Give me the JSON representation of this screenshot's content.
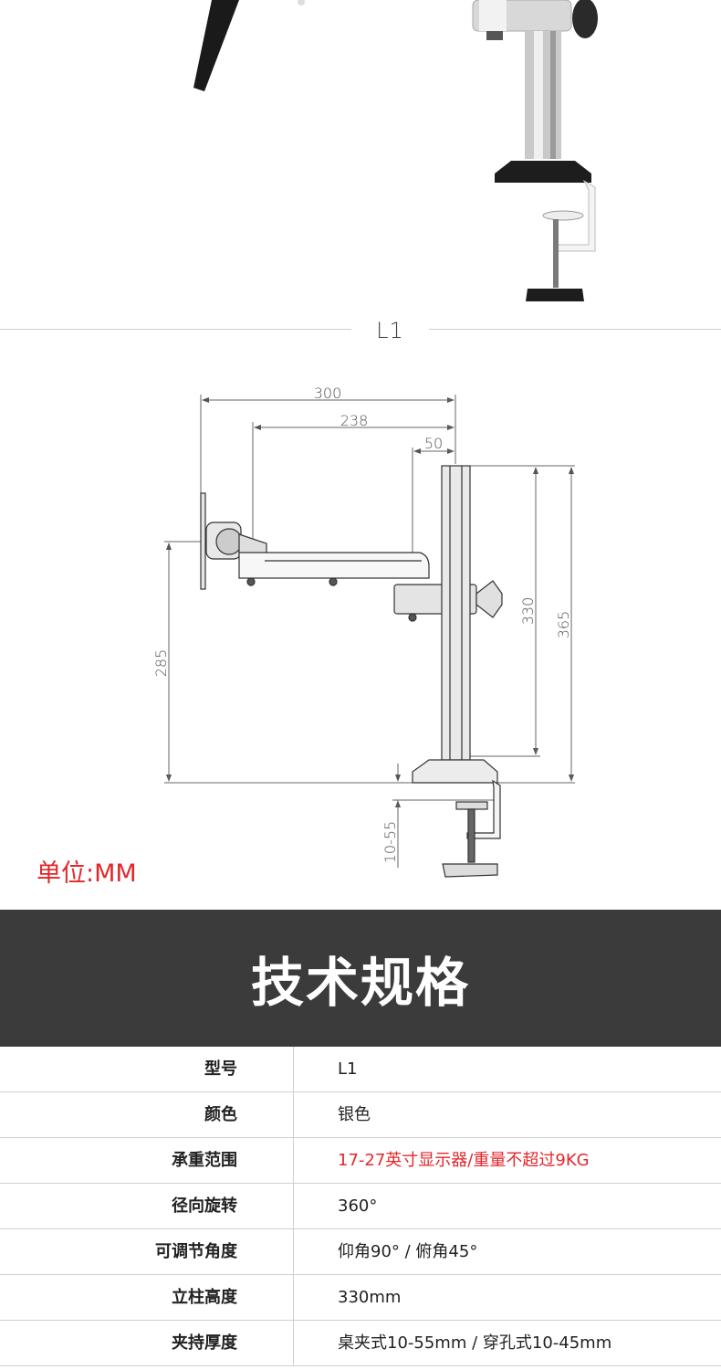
{
  "section_label": "L1",
  "dimensions": {
    "arm_total": "300",
    "arm_inner": "238",
    "arm_offset": "50",
    "pole_height": "330",
    "total_height": "365",
    "mount_height": "285",
    "clamp_range": "10-55"
  },
  "unit_label": "单位:MM",
  "spec_title": "技术规格",
  "specs": [
    {
      "key": "型号",
      "value": "L1"
    },
    {
      "key": "颜色",
      "value": "银色"
    },
    {
      "key": "承重范围",
      "value": "17-27英寸显示器/重量不超过9KG"
    },
    {
      "key": "径向旋转",
      "value": "360°"
    },
    {
      "key": "可调节角度",
      "value": "仰角90° / 俯角45°"
    },
    {
      "key": "立柱高度",
      "value": "330mm"
    },
    {
      "key": "夹持厚度",
      "value": "桌夹式10-55mm / 穿孔式10-45mm"
    }
  ],
  "colors": {
    "accent_red": "#e3262a",
    "banner_bg": "#3b3b3b"
  }
}
